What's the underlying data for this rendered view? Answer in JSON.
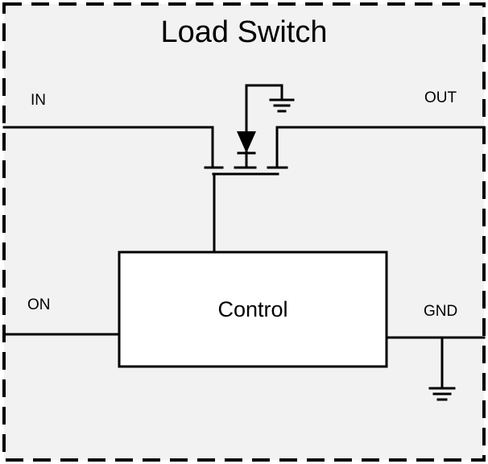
{
  "diagram": {
    "title": "Load Switch",
    "pins": {
      "in": "IN",
      "out": "OUT",
      "on": "ON",
      "gnd": "GND"
    },
    "control_label": "Control",
    "colors": {
      "background": "#f2f2f2",
      "stroke": "#000000",
      "control_fill": "#ffffff"
    },
    "icons": [
      "mosfet-symbol",
      "ground-icon",
      "ground-icon"
    ]
  }
}
